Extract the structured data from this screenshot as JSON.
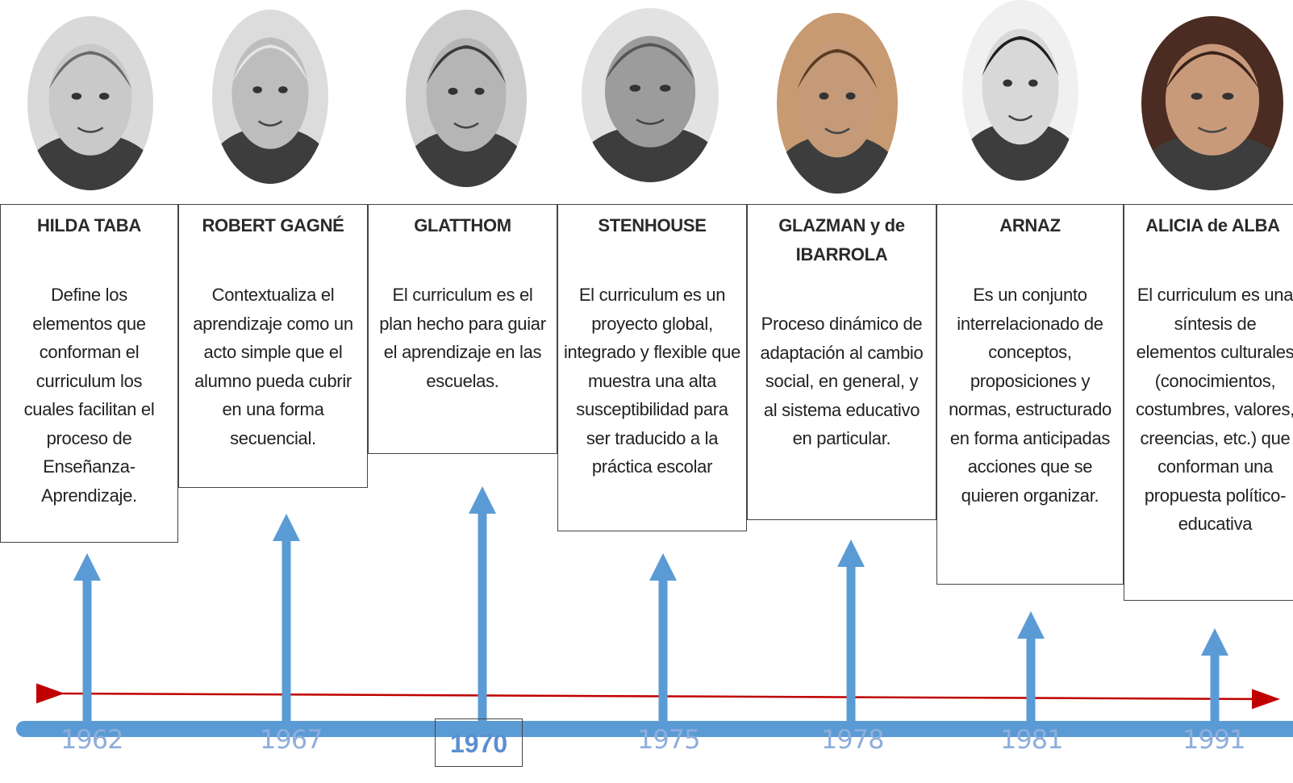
{
  "people": [
    {
      "name": "HILDA TABA",
      "description": "Define los elementos que conforman el curriculum los cuales facilitan el proceso de Enseñanza-Aprendizaje.",
      "year": "1962"
    },
    {
      "name": "ROBERT GAGNÉ",
      "description": "Contextualiza el aprendizaje como un acto simple que el alumno pueda cubrir en una forma secuencial.",
      "year": "1967"
    },
    {
      "name": "GLATTHOM",
      "description": "El curriculum es el plan hecho para guiar el aprendizaje en las escuelas.",
      "year": "1970"
    },
    {
      "name": "STENHOUSE",
      "description": "El curriculum es un proyecto global, integrado y flexible que muestra una alta susceptibilidad para ser traducido a la práctica escolar",
      "year": "1975"
    },
    {
      "name": "GLAZMAN y de IBARROLA",
      "description": "Proceso dinámico de adaptación al cambio social, en general, y al sistema educativo en particular.",
      "year": "1978"
    },
    {
      "name": "ARNAZ",
      "description": "Es un conjunto interrelacionado de conceptos, proposiciones y normas, estructurado en forma anticipadas acciones que se quieren organizar.",
      "year": "1981"
    },
    {
      "name": "ALICIA de ALBA",
      "description": "El curriculum es una síntesis de elementos culturales (conocimientos, costumbres, valores, creencias, etc.) que conforman una propuesta político-educativa",
      "year": "1991"
    }
  ],
  "highlighted_year": "1970",
  "colors": {
    "axis": "#5b9bd5",
    "arrow": "#5b9bd5",
    "red_line": "#c00000",
    "year_text": "#8eaedc"
  }
}
